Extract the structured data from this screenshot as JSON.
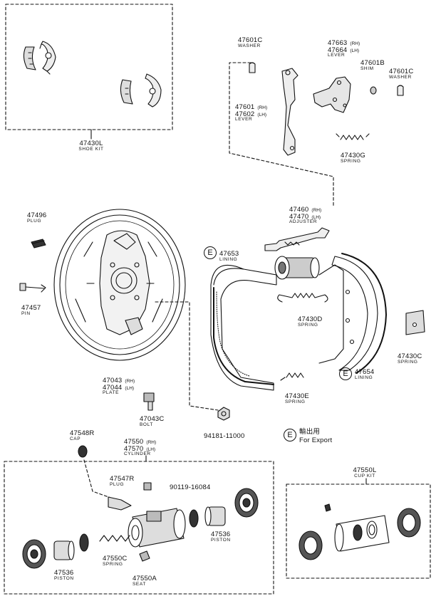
{
  "parts": {
    "shoe_kit": {
      "number": "47430L",
      "name": "SHOE KIT"
    },
    "washer_left": {
      "number": "47601C",
      "name": "WASHER"
    },
    "lever_right": {
      "number_rh": "47663",
      "rh": "(RH)",
      "number_lh": "47664",
      "lh": "(LH)",
      "name": "LEVER"
    },
    "shim": {
      "number": "47601B",
      "name": "SHIM"
    },
    "washer_right": {
      "number": "47601C",
      "name": "WASHER"
    },
    "lever_left": {
      "number_rh": "47601",
      "rh": "(RH)",
      "number_lh": "47602",
      "lh": "(LH)",
      "name": "LEVER"
    },
    "spring_g": {
      "number": "47430G",
      "name": "SPRING"
    },
    "adjuster": {
      "number_rh": "47460",
      "rh": "(RH)",
      "number_lh": "47470",
      "lh": "(LH)",
      "name": "ADJUSTER"
    },
    "plug": {
      "number": "47496",
      "name": "PLUG"
    },
    "lining_top": {
      "number": "47653",
      "name": "LINING"
    },
    "pin": {
      "number": "47457",
      "name": "PIN"
    },
    "spring_d": {
      "number": "47430D",
      "name": "SPRING"
    },
    "spring_c": {
      "number": "47430C",
      "name": "SPRING"
    },
    "lining_bottom": {
      "number": "47654",
      "name": "LINING"
    },
    "plate": {
      "number_rh": "47043",
      "rh": "(RH)",
      "number_lh": "47044",
      "lh": "(LH)",
      "name": "PLATE"
    },
    "spring_e": {
      "number": "47430E",
      "name": "SPRING"
    },
    "bolt": {
      "number": "47043C",
      "name": "BOLT"
    },
    "nut": {
      "number": "94181-11000"
    },
    "cap": {
      "number": "47548R",
      "name": "CAP"
    },
    "cylinder": {
      "number_rh": "47550",
      "rh": "(RH)",
      "number_lh": "47570",
      "lh": "(LH)",
      "name": "CYLINDER"
    },
    "bleeder_plug": {
      "number": "47547R",
      "name": "PLUG"
    },
    "bleeder_bolt": {
      "number": "90119-16084"
    },
    "piston_right": {
      "number": "47536",
      "name": "PISTON"
    },
    "spring_cyl": {
      "number": "47550C",
      "name": "SPRING"
    },
    "piston_left": {
      "number": "47536",
      "name": "PISTON"
    },
    "seat": {
      "number": "47550A",
      "name": "SEAT"
    },
    "cup_kit": {
      "number": "47550L",
      "name": "CUP KIT"
    }
  },
  "export_mark": {
    "symbol": "E",
    "japanese": "輸出用",
    "english": "For Export"
  }
}
